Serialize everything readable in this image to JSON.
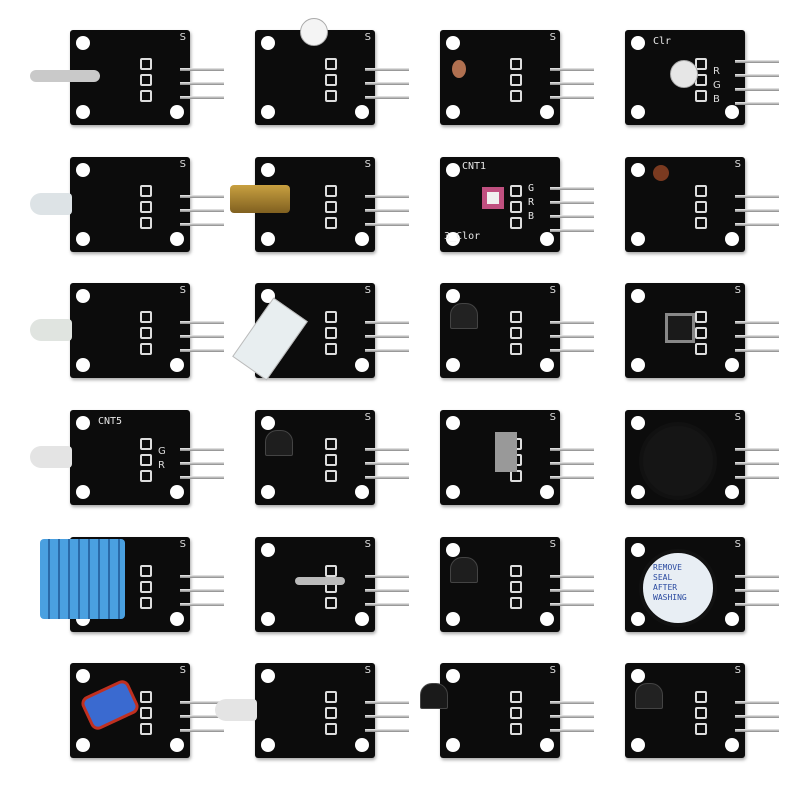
{
  "modules": [
    {
      "component": "glass-tube",
      "color": "#c9c9c9",
      "pins": 3,
      "labels": [
        "S"
      ]
    },
    {
      "component": "white-led-top",
      "color": "#f4f4f4",
      "pins": 3,
      "labels": [
        "S"
      ]
    },
    {
      "component": "photoresistor",
      "color": "#b07050",
      "pins": 3,
      "labels": [
        "S"
      ]
    },
    {
      "component": "clear-led",
      "color": "#e6e6e6",
      "pins": 4,
      "labels": [
        "Clr",
        "R",
        "G",
        "B"
      ]
    },
    {
      "component": "clear-led-side",
      "color": "#dde3e6",
      "pins": 3,
      "labels": [
        "S"
      ]
    },
    {
      "component": "laser",
      "color": "#c8a040",
      "pins": 3,
      "labels": [
        "S"
      ]
    },
    {
      "component": "smd-rgb",
      "color": "#c05080",
      "pins": 4,
      "labels": [
        "CNT1",
        "3_Clor",
        "G",
        "R",
        "B"
      ]
    },
    {
      "component": "brown-sensor",
      "color": "#7a3a20",
      "pins": 3,
      "labels": [
        "S"
      ]
    },
    {
      "component": "clear-led-side",
      "color": "#e0e4e0",
      "pins": 3,
      "labels": [
        "S"
      ]
    },
    {
      "component": "clear-block",
      "color": "#e8eef0",
      "pins": 3,
      "labels": [
        "S"
      ]
    },
    {
      "component": "black-small",
      "color": "#222222",
      "pins": 3,
      "labels": [
        "S"
      ]
    },
    {
      "component": "button",
      "color": "#1a1a1a",
      "pins": 3,
      "labels": [
        "S"
      ]
    },
    {
      "component": "clear-led-side",
      "color": "#e4e4e4",
      "pins": 3,
      "labels": [
        "CNT5",
        "G",
        "R"
      ]
    },
    {
      "component": "black-small",
      "color": "#1e1e1e",
      "pins": 3,
      "labels": [
        "S"
      ]
    },
    {
      "component": "slot",
      "color": "#1a1a1a",
      "pins": 3,
      "labels": [
        "S"
      ]
    },
    {
      "component": "buzzer",
      "color": "#151515",
      "pins": 3,
      "labels": [
        "S"
      ]
    },
    {
      "component": "dht11",
      "color": "#4aa0e0",
      "pins": 3,
      "labels": [
        "S"
      ]
    },
    {
      "component": "reed",
      "color": "#bbbbbb",
      "pins": 3,
      "labels": [
        "S"
      ]
    },
    {
      "component": "black-small",
      "color": "#1e1e1e",
      "pins": 3,
      "labels": [
        "S"
      ]
    },
    {
      "component": "buzzer-sticker",
      "color": "#151515",
      "pins": 3,
      "labels": [
        "S",
        "REMOVE",
        "SEAL",
        "AFTER",
        "WASHING"
      ]
    },
    {
      "component": "blue-cylinder",
      "color": "#3a6ad0",
      "pins": 3,
      "labels": [
        "S"
      ]
    },
    {
      "component": "clear-led-side",
      "color": "#e4e4e4",
      "pins": 3,
      "labels": [
        "S"
      ]
    },
    {
      "component": "black-transistor",
      "color": "#1a1a1a",
      "pins": 3,
      "labels": [
        "S"
      ]
    },
    {
      "component": "black-small",
      "color": "#222222",
      "pins": 3,
      "labels": [
        "S"
      ]
    }
  ]
}
